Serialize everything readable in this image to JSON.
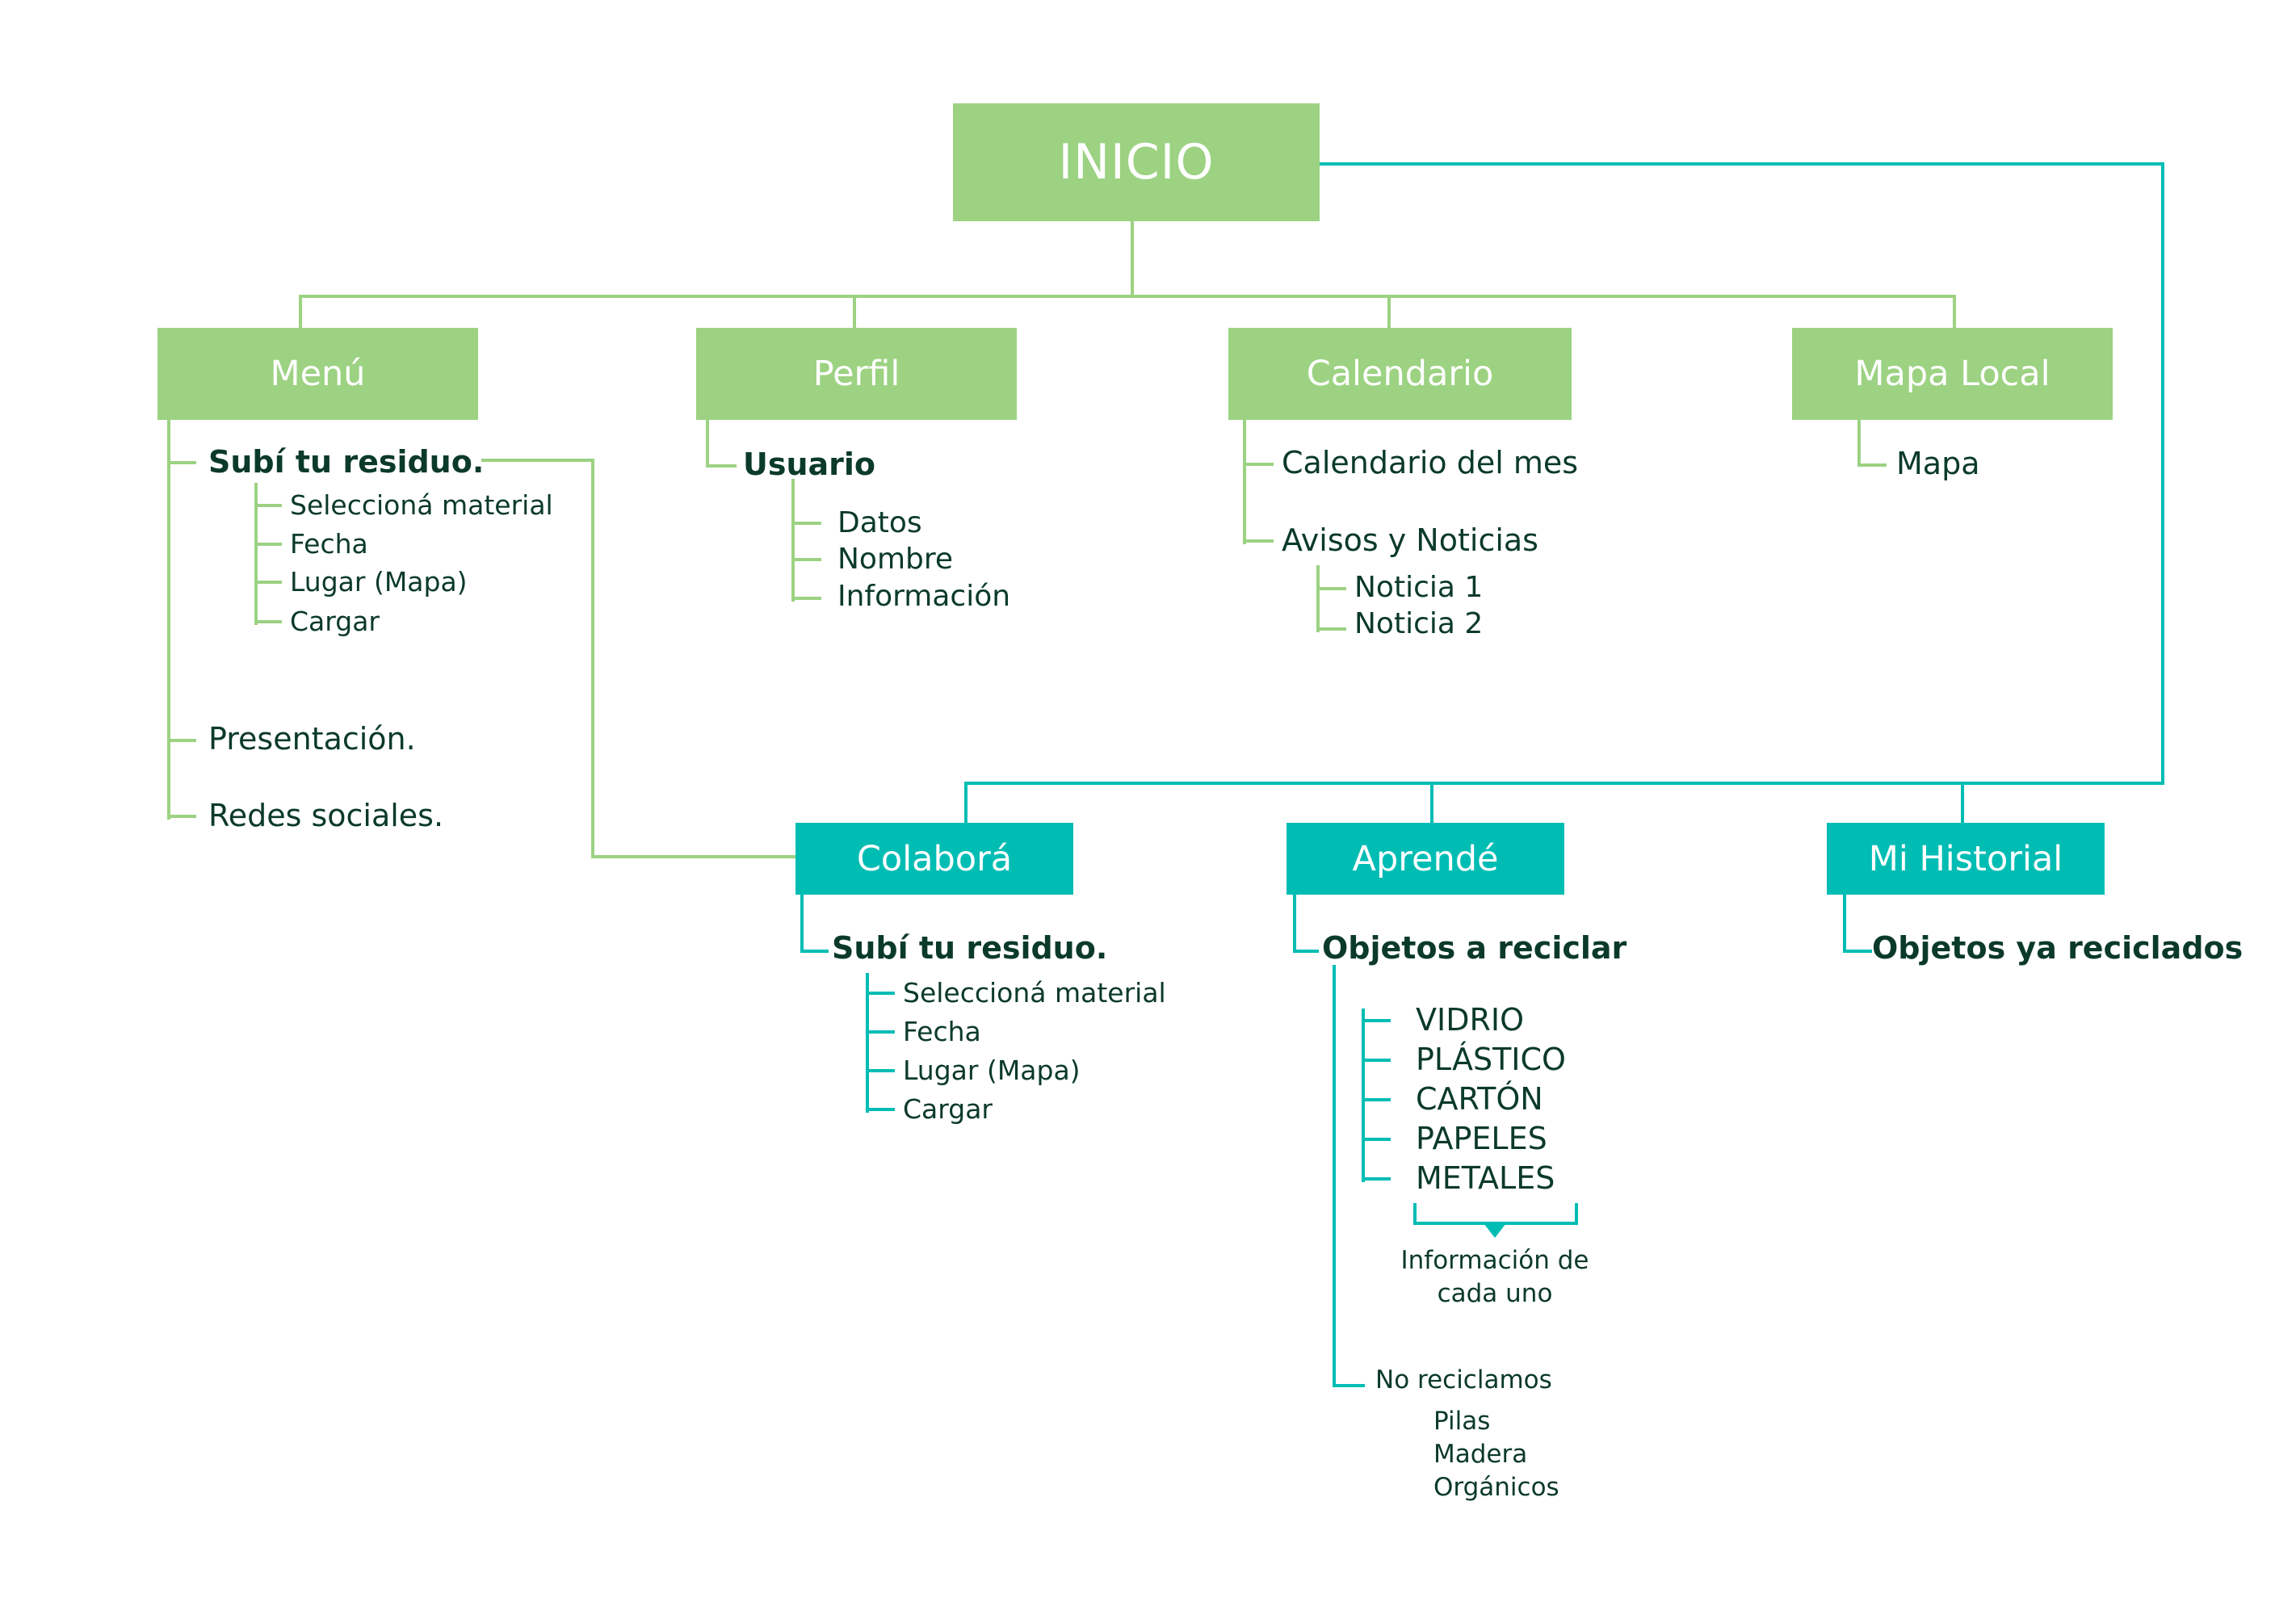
{
  "root": {
    "label": "INICIO"
  },
  "sections": {
    "menu": {
      "label": "Menú",
      "subi": "Subí tu residuo.",
      "subi_items": [
        "Seleccioná material",
        "Fecha",
        "Lugar (Mapa)",
        "Cargar"
      ],
      "presentacion": "Presentación.",
      "redes": "Redes sociales."
    },
    "perfil": {
      "label": "Perfil",
      "usuario": "Usuario",
      "usuario_items": [
        "Datos",
        "Nombre",
        "Información"
      ]
    },
    "calendario": {
      "label": "Calendario",
      "mes": "Calendario del mes",
      "avisos": "Avisos y Noticias",
      "noticias": [
        "Noticia 1",
        "Noticia 2"
      ]
    },
    "mapa": {
      "label": "Mapa Local",
      "mapa": "Mapa"
    },
    "colabora": {
      "label": "Colaborá",
      "subi": "Subí tu residuo.",
      "subi_items": [
        "Seleccioná material",
        "Fecha",
        "Lugar (Mapa)",
        "Cargar"
      ]
    },
    "aprende": {
      "label": "Aprendé",
      "objetos": "Objetos a reciclar",
      "materiales": [
        "VIDRIO",
        "PLÁSTICO",
        "CARTÓN",
        "PAPELES",
        "METALES"
      ],
      "info_line1": "Información de",
      "info_line2": "cada uno",
      "no_reciclamos": "No reciclamos",
      "no_items": [
        "Pilas",
        "Madera",
        "Orgánicos"
      ]
    },
    "historial": {
      "label": "Mi Historial",
      "objetos": "Objetos ya reciclados"
    }
  },
  "colors": {
    "green": "#9cd282",
    "teal": "#00bdb4",
    "text": "#0b3a2a"
  }
}
